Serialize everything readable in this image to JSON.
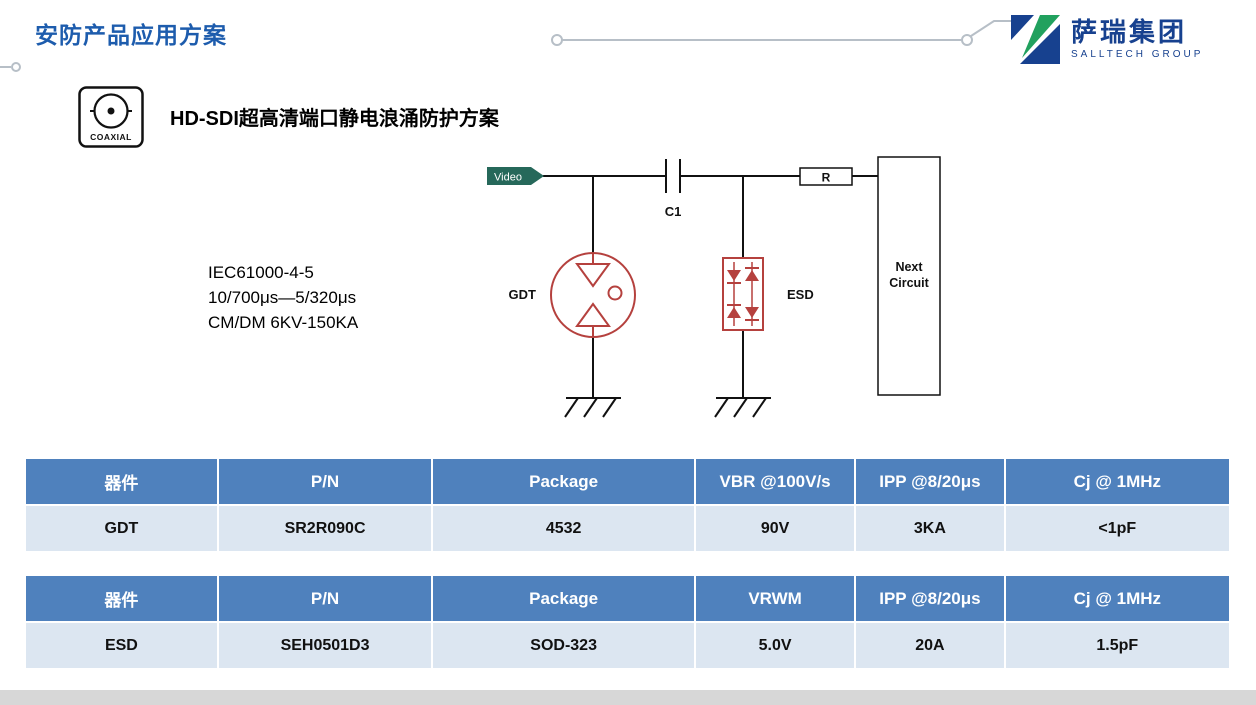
{
  "colors": {
    "title_blue": "#1d5cad",
    "logo_blue": "#17418f",
    "logo_green": "#21a15e",
    "table_header_blue": "#4f81bd",
    "table_row_blue": "#dce6f1",
    "circuit_red": "#b5413e",
    "video_tag_green": "#26685a"
  },
  "header": {
    "title": "安防产品应用方案",
    "logo": {
      "name": "萨瑞集团",
      "subtitle": "SALLTECH GROUP"
    }
  },
  "section": {
    "icon_label": "COAXIAL",
    "heading": "HD-SDI超高清端口静电浪涌防护方案"
  },
  "circuit": {
    "video_label": "Video",
    "capacitor_label": "C1",
    "resistor_label": "R",
    "gdt_label": "GDT",
    "esd_label": "ESD",
    "next_circuit_line1": "Next",
    "next_circuit_line2": "Circuit",
    "spec_lines": [
      "IEC61000-4-5",
      "10/700μs—5/320μs",
      "CM/DM 6KV-150KA"
    ]
  },
  "tables": [
    {
      "headers": [
        "器件",
        "P/N",
        "Package",
        "VBR @100V/s",
        "IPP @8/20μs",
        "Cj @ 1MHz"
      ],
      "rows": [
        [
          "GDT",
          "SR2R090C",
          "4532",
          "90V",
          "3KA",
          "<1pF"
        ]
      ]
    },
    {
      "headers": [
        "器件",
        "P/N",
        "Package",
        "VRWM",
        "IPP @8/20μs",
        "Cj @ 1MHz"
      ],
      "rows": [
        [
          "ESD",
          "SEH0501D3",
          "SOD-323",
          "5.0V",
          "20A",
          "1.5pF"
        ]
      ]
    }
  ]
}
